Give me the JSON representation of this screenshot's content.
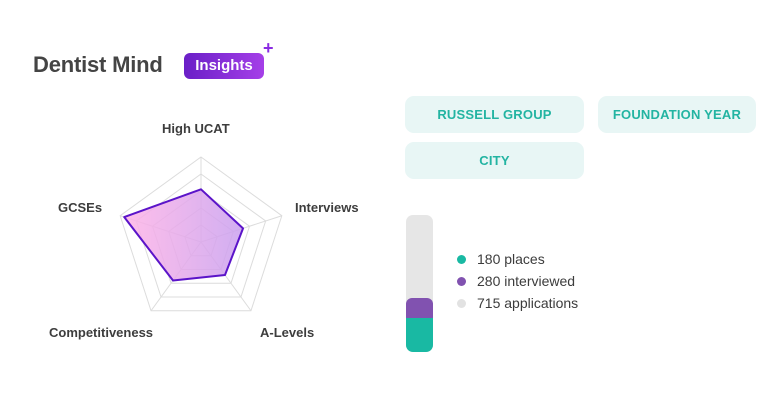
{
  "brand": {
    "title": "Dentist Mind",
    "badge": "Insights",
    "badge_plus": "+"
  },
  "radar": {
    "axes": [
      {
        "label": "High UCAT",
        "value": 0.62
      },
      {
        "label": "Interviews",
        "value": 0.52
      },
      {
        "label": "A-Levels",
        "value": 0.48
      },
      {
        "label": "Competitiveness",
        "value": 0.56
      },
      {
        "label": "GCSEs",
        "value": 0.95
      }
    ],
    "rings": 5,
    "colors": {
      "stroke": "#5b14c9",
      "fill_a": "#ffb3e6",
      "fill_b": "#c9a0ef",
      "grid": "#dcdcdc"
    }
  },
  "tags": [
    "RUSSELL GROUP",
    "FOUNDATION YEAR",
    "CITY"
  ],
  "stats": {
    "places": {
      "value": 180,
      "label": "180 places",
      "color": "#19b9a3"
    },
    "interviewed": {
      "value": 280,
      "label": "280 interviewed",
      "color": "#8152b0"
    },
    "applications": {
      "value": 715,
      "label": "715 applications",
      "color": "#e2e2e2"
    }
  }
}
